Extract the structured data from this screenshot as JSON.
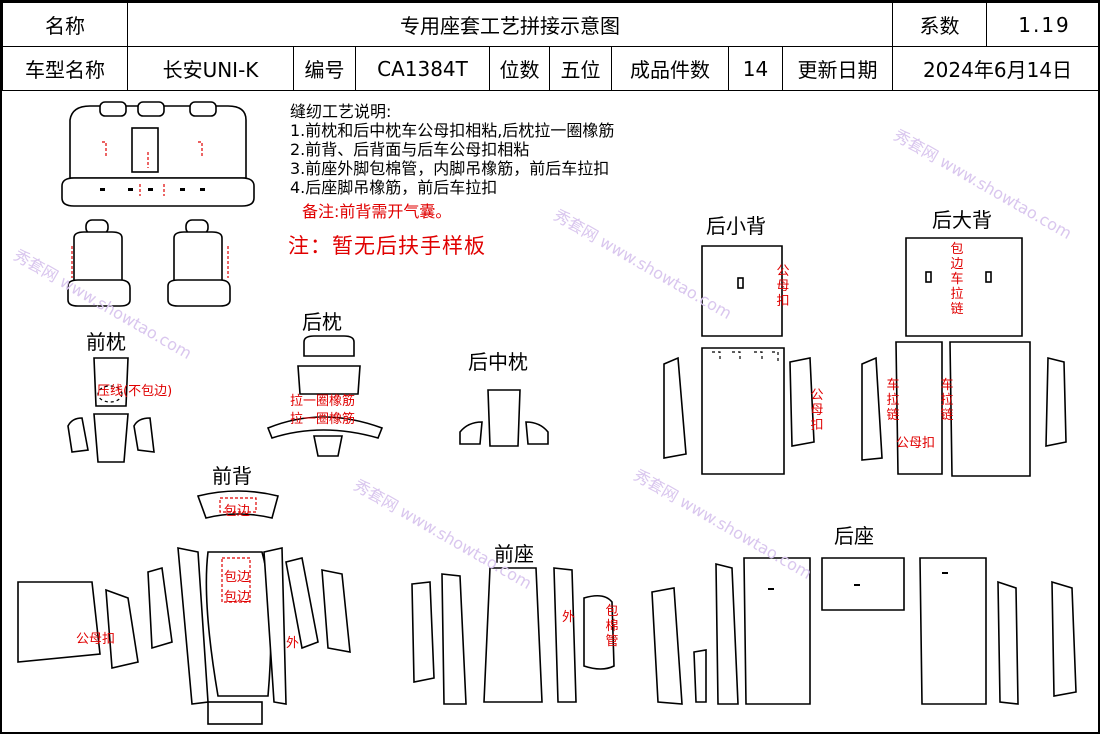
{
  "header": {
    "row1": {
      "name_label": "名称",
      "title": "专用座套工艺拼接示意图",
      "coef_label": "系数",
      "coef_value": "1.19"
    },
    "row2": {
      "model_label": "车型名称",
      "model_value": "长安UNI-K",
      "code_label": "编号",
      "code_value": "CA1384T",
      "seats_label": "位数",
      "seats_value": "五位",
      "pieces_label": "成品件数",
      "pieces_value": "14",
      "date_label": "更新日期",
      "date_value": "2024年6月14日"
    }
  },
  "notes": {
    "heading": "缝纫工艺说明:",
    "items": [
      "1.前枕和后中枕车公母扣相粘,后枕拉一圈橡筋",
      "2.前背、后背面与后车公母扣相粘",
      "3.前座外脚包棉管，内脚吊橡筋，前后车拉扣",
      "4.后座脚吊橡筋，前后车拉扣"
    ],
    "remark": "备注:前背需开气囊。",
    "warning": "注：暂无后扶手样板"
  },
  "parts": {
    "front_headrest": "前枕",
    "rear_headrest": "后枕",
    "rear_center_headrest": "后中枕",
    "rear_small_back": "后小背",
    "rear_large_back": "后大背",
    "front_back": "前背",
    "front_seat": "前座",
    "rear_seat": "后座"
  },
  "annotations": {
    "stitch_no_edge": "压线(不包边)",
    "elastic_loop_1": "拉一圈橡筋",
    "elastic_loop_2": "拉一圈橡筋",
    "snap_small_back_1": "公母扣",
    "snap_small_back_2": "公母扣",
    "zipper_edge": "包边车拉链",
    "zipper_left": "车拉链",
    "zipper_right": "车拉链",
    "snap_large_back": "公母扣",
    "edge_top": "包边",
    "edge_mid_1": "包边",
    "edge_mid_2": "包边",
    "snap_front_back": "公母扣",
    "outer_front_back": "外",
    "outer_front_seat": "外",
    "cotton_tube": "包棉管"
  },
  "watermark": {
    "cn": "秀套网",
    "url": "www.showtao.com"
  }
}
